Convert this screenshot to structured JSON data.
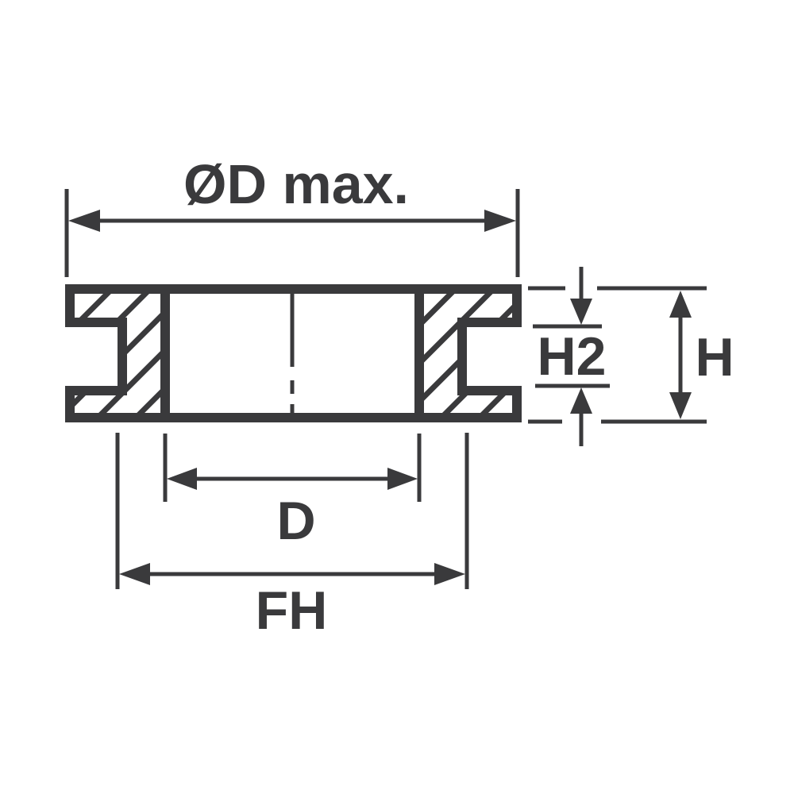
{
  "figure": {
    "background_color": "#ffffff",
    "line_color": "#3a3a3c",
    "labels": {
      "outer_diameter_max": "ØD max.",
      "slot_height": "H2",
      "overall_height": "H",
      "inner_diameter": "D",
      "fixing_hole_diameter": "FH"
    }
  }
}
